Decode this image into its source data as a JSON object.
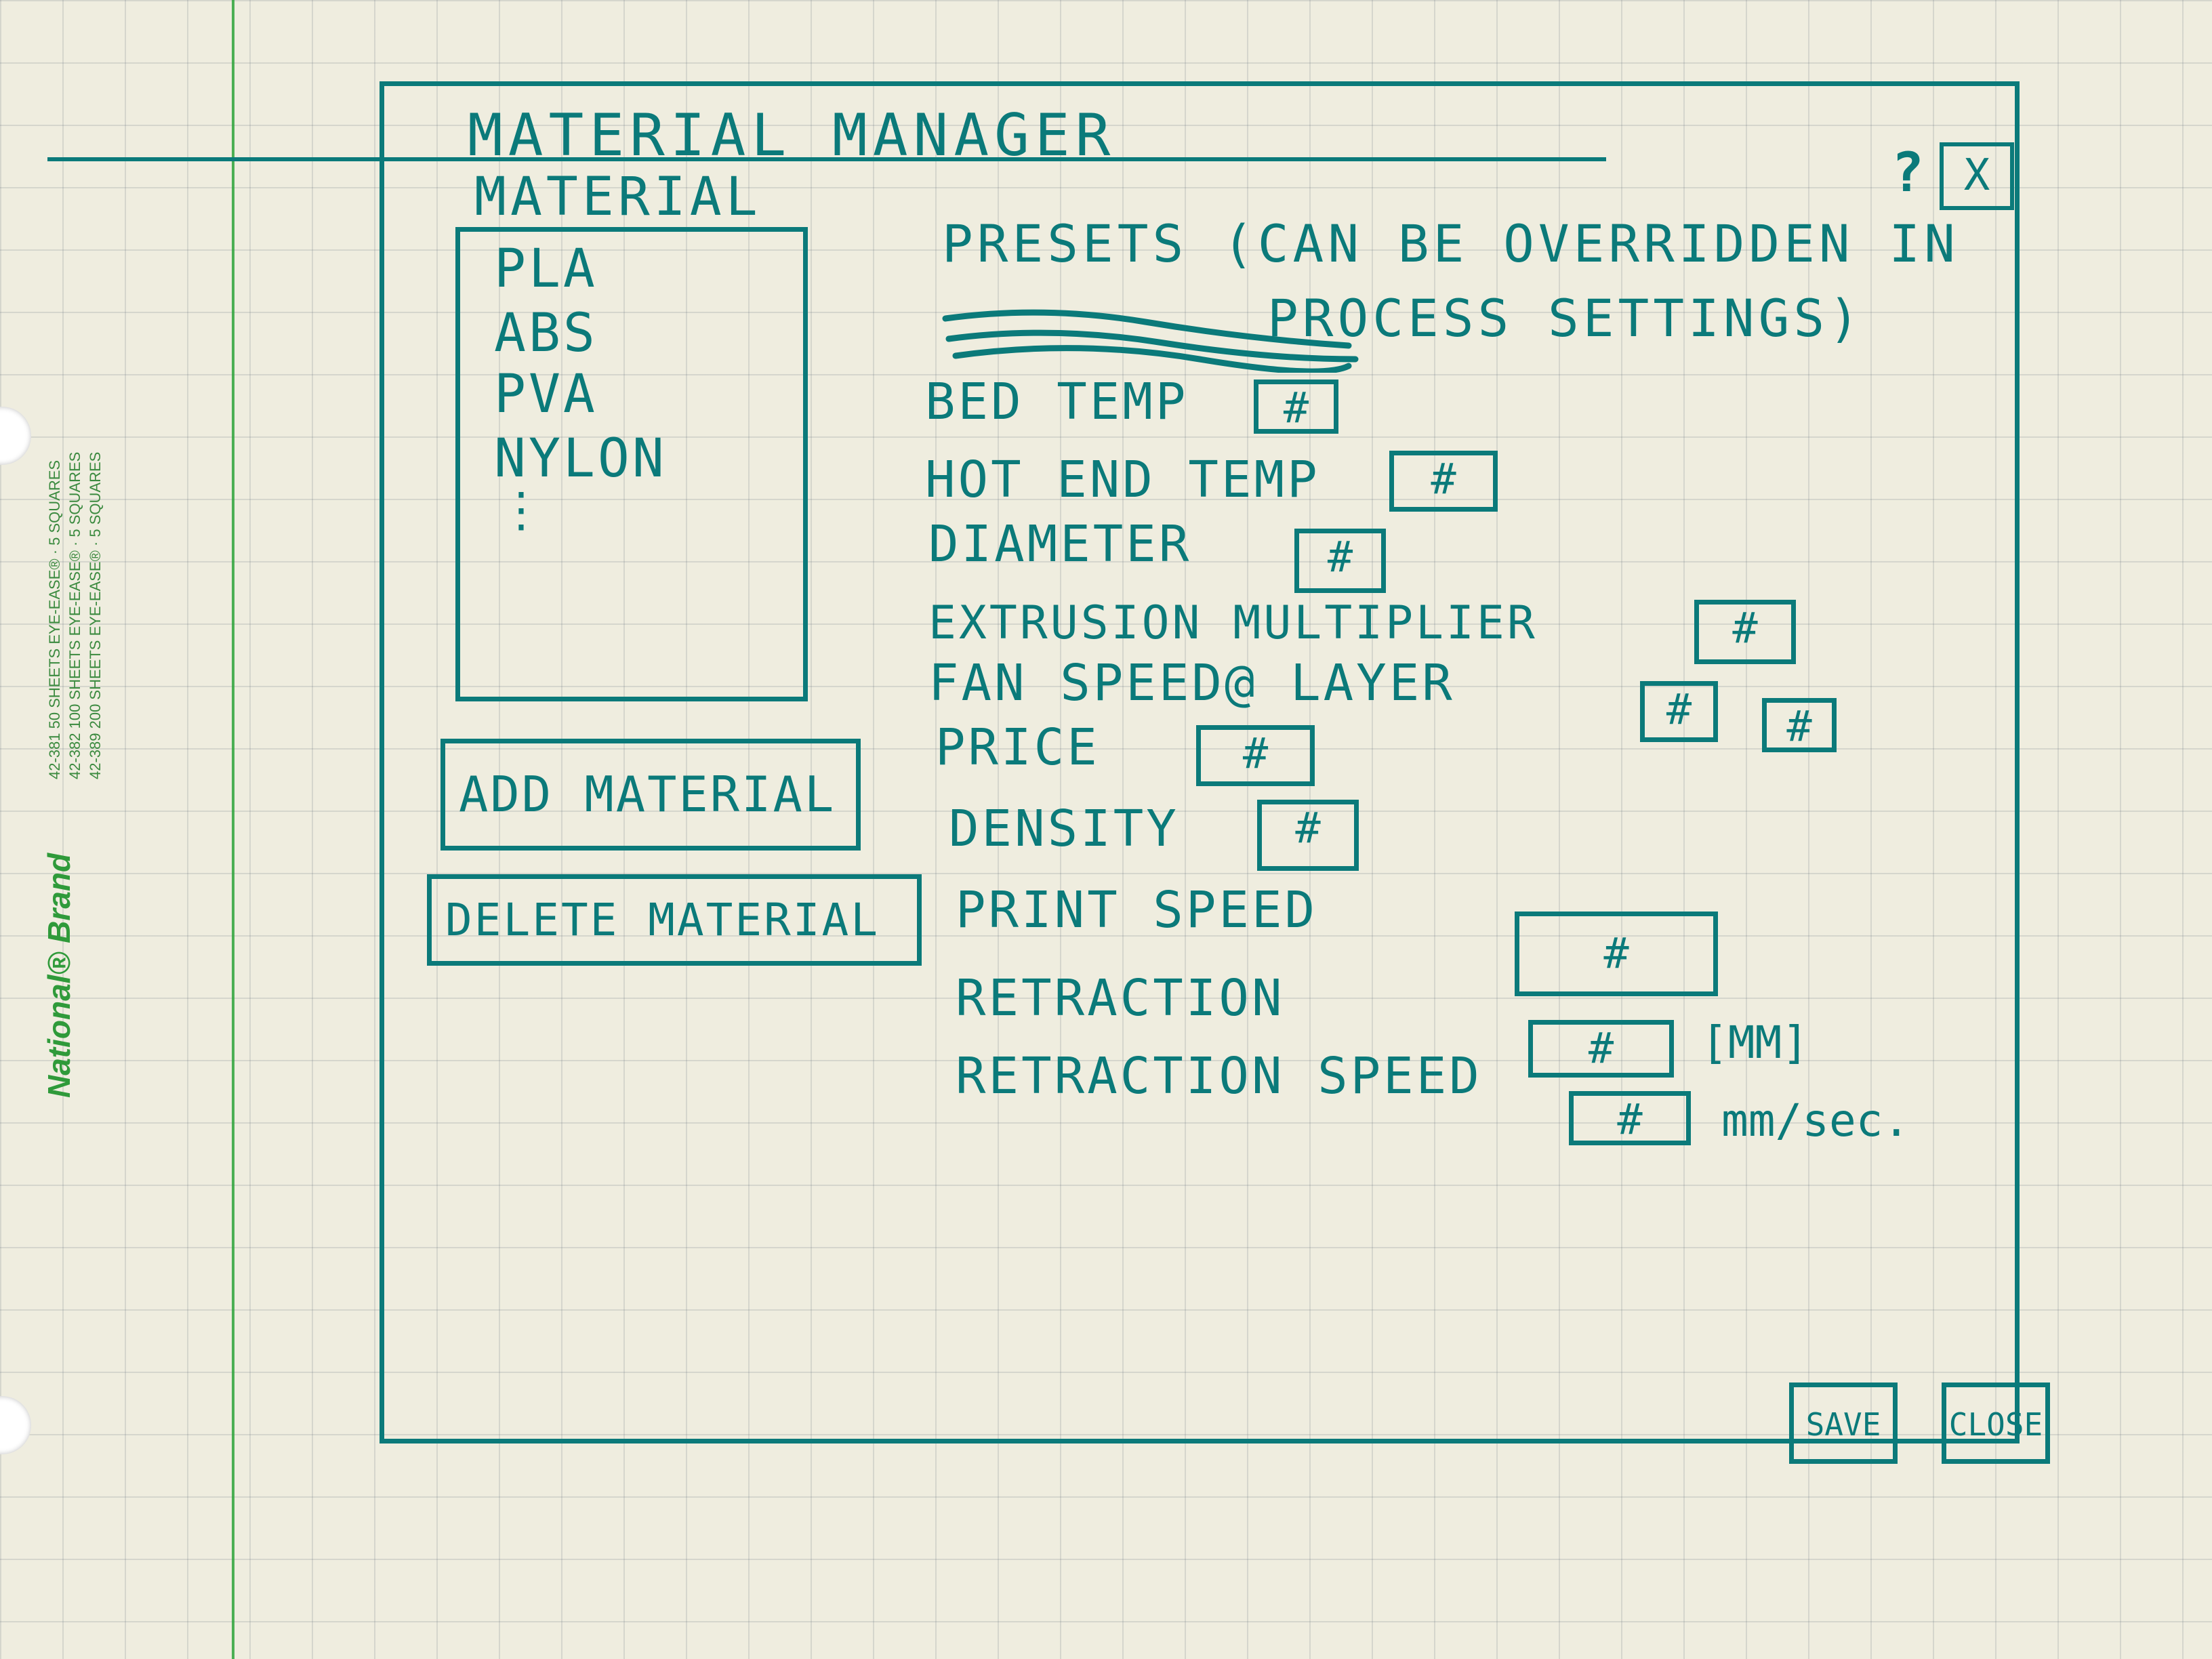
{
  "window": {
    "title": "MATERIAL MANAGER",
    "help_label": "?",
    "close_label": "x"
  },
  "materials": {
    "label": "MATERIAL",
    "items": [
      "PLA",
      "ABS",
      "PVA",
      "NYLON"
    ],
    "more": "⋮",
    "add_button": "ADD MATERIAL",
    "delete_button": "DELETE MATERIAL"
  },
  "presets": {
    "heading_line1": "PRESETS (CAN BE OVERRIDDEN IN",
    "heading_line2": "PROCESS SETTINGS)",
    "fields": [
      {
        "label": "Bed TEMP",
        "value": "#"
      },
      {
        "label": "HOT END TEMP",
        "value": "#"
      },
      {
        "label": "DIAMETER",
        "value": "#"
      },
      {
        "label": "EXTRUSION MULTIPLIER",
        "value": "#"
      },
      {
        "label": "FAN SPEED@ LAYER",
        "value": "#",
        "value2": "#"
      },
      {
        "label": "PRICE",
        "value": "#"
      },
      {
        "label": "DENSITY",
        "value": "#"
      },
      {
        "label": "PRINT SPEED",
        "value": "#"
      },
      {
        "label": "RETRACTION",
        "value": "#",
        "unit": "[mm]"
      },
      {
        "label": "RETRACTION SPEED",
        "value": "#",
        "unit": "mm/sec."
      }
    ]
  },
  "footer": {
    "save": "SAVE",
    "close": "CLOSE"
  },
  "paper": {
    "brand": "National® Brand",
    "sku_lines": [
      "42-381  50 SHEETS EYE-EASE® · 5 SQUARES",
      "42-382  100 SHEETS EYE-EASE® · 5 SQUARES",
      "42-389  200 SHEETS EYE-EASE® · 5 SQUARES"
    ]
  },
  "colors": {
    "ink": "#0b7a7a",
    "paper": "#efeddf",
    "margin_line": "#2fa33c"
  }
}
